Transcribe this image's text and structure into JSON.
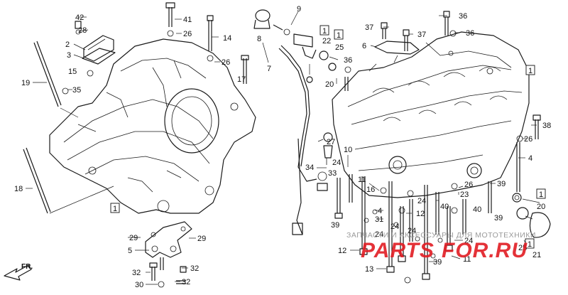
{
  "front_arrow": {
    "label": "FR."
  },
  "watermark": {
    "caption": "ЗАПЧАСТИ И АКСЕССУАРЫ ДЛЯ МОТОТЕХНИКИ",
    "logo_left": "PARTS",
    "logo_right": "FOR.RU"
  },
  "callouts": [
    {
      "id": "c42",
      "text": "42"
    },
    {
      "id": "c28",
      "text": "28"
    },
    {
      "id": "c2",
      "text": "2"
    },
    {
      "id": "c3",
      "text": "3"
    },
    {
      "id": "c15",
      "text": "15"
    },
    {
      "id": "c19",
      "text": "19"
    },
    {
      "id": "c35",
      "text": "35"
    },
    {
      "id": "c41",
      "text": "41"
    },
    {
      "id": "c26a",
      "text": "26"
    },
    {
      "id": "c14",
      "text": "14"
    },
    {
      "id": "c26b",
      "text": "26"
    },
    {
      "id": "c18",
      "text": "18"
    },
    {
      "id": "c1a",
      "text": "1"
    },
    {
      "id": "c29a",
      "text": "29"
    },
    {
      "id": "c29b",
      "text": "29"
    },
    {
      "id": "c5",
      "text": "5"
    },
    {
      "id": "c32a",
      "text": "32"
    },
    {
      "id": "c32b",
      "text": "32"
    },
    {
      "id": "c30",
      "text": "30"
    },
    {
      "id": "c32c",
      "text": "32"
    },
    {
      "id": "c9",
      "text": "9"
    },
    {
      "id": "c8",
      "text": "8"
    },
    {
      "id": "c7",
      "text": "7"
    },
    {
      "id": "c17",
      "text": "17"
    },
    {
      "id": "c1b",
      "text": "1"
    },
    {
      "id": "c22",
      "text": "22"
    },
    {
      "id": "c1c",
      "text": "1"
    },
    {
      "id": "c25",
      "text": "25"
    },
    {
      "id": "c36a",
      "text": "36"
    },
    {
      "id": "c20",
      "text": "20"
    },
    {
      "id": "c27",
      "text": "27"
    },
    {
      "id": "c10",
      "text": "10"
    },
    {
      "id": "c24a",
      "text": "24"
    },
    {
      "id": "c34",
      "text": "34"
    },
    {
      "id": "c33",
      "text": "33"
    },
    {
      "id": "c11",
      "text": "11"
    },
    {
      "id": "c16",
      "text": "16"
    },
    {
      "id": "c39a",
      "text": "39"
    },
    {
      "id": "c37a",
      "text": "37"
    },
    {
      "id": "c37b",
      "text": "37"
    },
    {
      "id": "c36b",
      "text": "36"
    },
    {
      "id": "c36c",
      "text": "36"
    },
    {
      "id": "c6",
      "text": "6"
    },
    {
      "id": "c1d",
      "text": "1"
    },
    {
      "id": "c38",
      "text": "38"
    },
    {
      "id": "c26c",
      "text": "26"
    },
    {
      "id": "c4a",
      "text": "4"
    },
    {
      "id": "c26d",
      "text": "26"
    },
    {
      "id": "c39b",
      "text": "39"
    },
    {
      "id": "c23",
      "text": "23"
    },
    {
      "id": "c24b",
      "text": "24"
    },
    {
      "id": "c40a",
      "text": "40"
    },
    {
      "id": "c40b",
      "text": "40"
    },
    {
      "id": "c39c",
      "text": "39"
    },
    {
      "id": "c1e",
      "text": "1"
    },
    {
      "id": "c20b",
      "text": "20"
    },
    {
      "id": "c4b",
      "text": "4"
    },
    {
      "id": "c12a",
      "text": "12"
    },
    {
      "id": "c31",
      "text": "31"
    },
    {
      "id": "c24c",
      "text": "24"
    },
    {
      "id": "c24d",
      "text": "24"
    },
    {
      "id": "c24e",
      "text": "24"
    },
    {
      "id": "c12b",
      "text": "12"
    },
    {
      "id": "c13",
      "text": "13"
    },
    {
      "id": "c39d",
      "text": "39"
    },
    {
      "id": "c11b",
      "text": "11"
    },
    {
      "id": "c24f",
      "text": "24"
    },
    {
      "id": "c25b",
      "text": "25"
    },
    {
      "id": "c1f",
      "text": "1"
    },
    {
      "id": "c21",
      "text": "21"
    }
  ]
}
